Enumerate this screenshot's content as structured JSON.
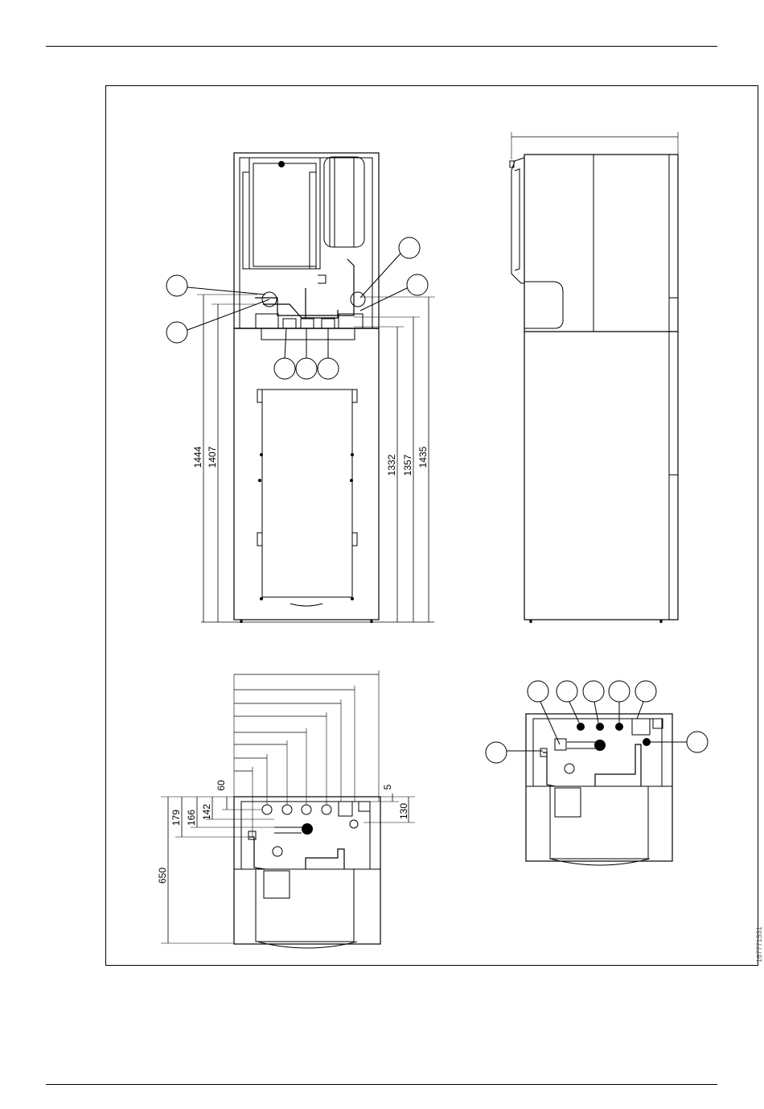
{
  "drawing_id": "167771531",
  "front_view": {
    "dims_left": [
      "1444",
      "1407"
    ],
    "dims_right": [
      "1332",
      "1357",
      "1435"
    ]
  },
  "plan_view": {
    "dims_left": [
      "650",
      "179",
      "166",
      "142"
    ],
    "dims_top": [
      "60"
    ],
    "dims_right": [
      "5",
      "130"
    ]
  }
}
